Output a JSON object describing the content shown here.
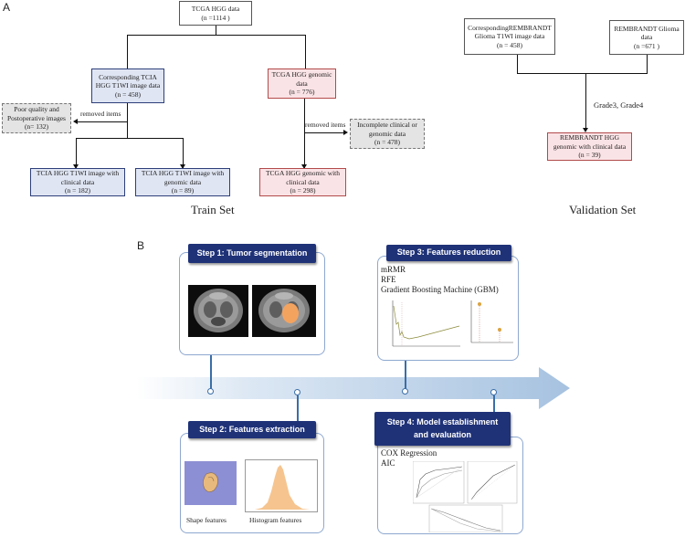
{
  "panel_a": {
    "letter": "A",
    "tcga_hgg": "TCGA  HGG data\n(n =1114 )",
    "tcia_t1wi": "Corresponding TCIA\nHGG T1WI image data\n(n = 458)",
    "tcga_genomic": "TCGA HGG genomic\ndata\n(n = 776)",
    "poor_quality": "Poor quality and\nPostoperative images\n(n= 132)",
    "removed_left": "removed items",
    "removed_right": "removed items",
    "incomplete": "Incomplete clinical or\ngenomic data\n(n = 478)",
    "tcia_clinical": "TCIA HGG T1WI  image with\nclinical  data\n(n = 182)",
    "tcia_genomic": "TCIA HGG T1WI  image with\ngenomic  data\n(n = 89)",
    "tcga_genomic_clinical": "TCGA HGG genomic with\nclinical data\n(n = 298)",
    "train_set": "Train Set",
    "rembrandt_t1wi": "CorrespondingREMBRANDT\nGlioma T1WI image data\n(n = 458)",
    "rembrandt_glioma": "REMBRANDT Glioma\ndata\n(n =671 )",
    "grade": "Grade3, Grade4",
    "rembrandt_hgg": "REMBRANDT HGG\ngenomic with clinical data\n(n = 39)",
    "validation_set": "Validation Set"
  },
  "panel_b": {
    "letter": "B",
    "step1": "Step 1: Tumor segmentation",
    "step2": "Step 2: Features extraction",
    "step3": "Step 3: Features reduction",
    "step4": "Step 4: Model establishment\nand evaluation",
    "step3_text": "mRMR\nRFE\nGradient Boosting Machine (GBM)",
    "step4_text": "COX Regression\nAIC",
    "shape_caption": "Shape features",
    "hist_caption": "Histogram features",
    "colors": {
      "step_header": "#1f3278",
      "arrow": "#b9cfe6",
      "panel_border": "#8ea8d0"
    }
  }
}
